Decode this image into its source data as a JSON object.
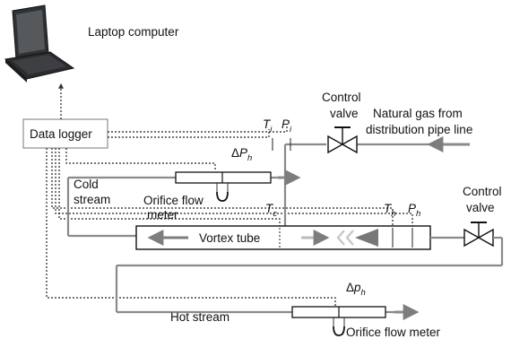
{
  "labels": {
    "laptop": "Laptop computer",
    "data_logger": "Data logger",
    "control_valve_inlet_line1": "Control",
    "control_valve_inlet_line2": "valve",
    "natural_gas_line1": "Natural gas from",
    "natural_gas_line2": "distribution pipe line",
    "control_valve_hot_line1": "Control",
    "control_valve_hot_line2": "valve",
    "cold_stream_line1": "Cold",
    "cold_stream_line2": "stream",
    "orifice_cold_line1": "Orifice flow",
    "orifice_cold_line2": "meter",
    "vortex_tube": "Vortex tube",
    "hot_stream": "Hot stream",
    "orifice_hot": "Orifice flow meter"
  },
  "symbols": {
    "dp_cold": {
      "delta": "Δ",
      "main": "P",
      "sub": "h"
    },
    "ti": {
      "main": "T",
      "sub": "i"
    },
    "pi": {
      "main": "P",
      "sub": "i"
    },
    "tc": {
      "main": "T",
      "sub": "c"
    },
    "th": {
      "main": "T",
      "sub": "h"
    },
    "ph": {
      "main": "P",
      "sub": "h"
    },
    "dp_hot": {
      "delta": "Δ",
      "main": "p",
      "sub": "h"
    }
  },
  "colors": {
    "pipe": "#8a8a8a",
    "signal": "#222222",
    "outline": "#111111",
    "arrow": "#7d7d7d"
  }
}
